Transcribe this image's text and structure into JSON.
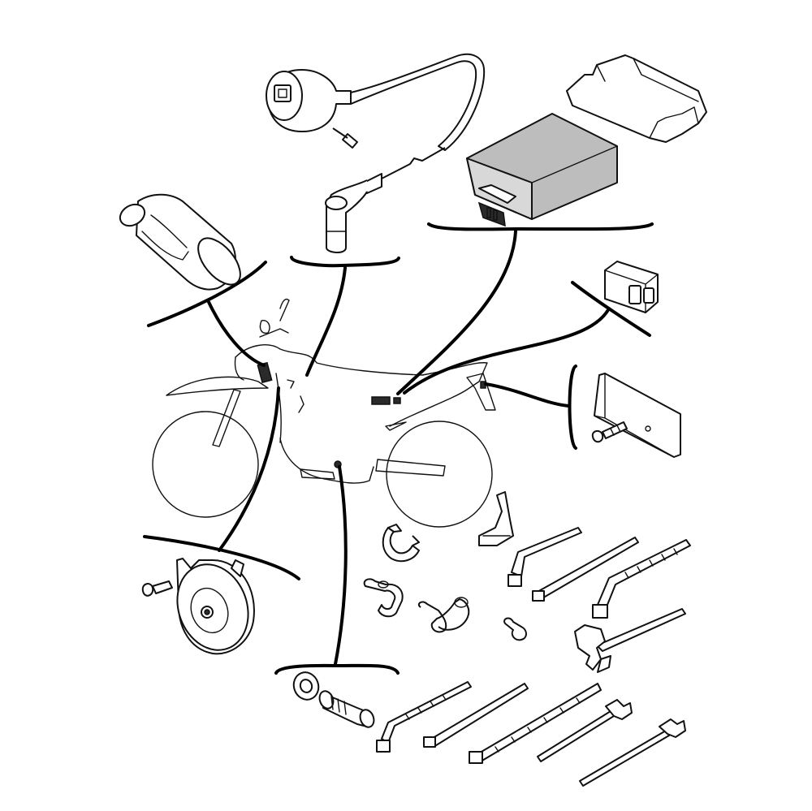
{
  "diagram": {
    "kind": "exploded parts diagram – motorcycle electrical components",
    "parts": [
      {
        "id": "ignition-coil",
        "icon": "ignition-coil-icon"
      },
      {
        "id": "spark-plug-cap",
        "icon": "spark-plug-cap-icon"
      },
      {
        "id": "cdi-unit",
        "icon": "ecu-box-icon"
      },
      {
        "id": "ecu-cover",
        "icon": "cover-icon"
      },
      {
        "id": "condenser",
        "icon": "capacitor-icon"
      },
      {
        "id": "relay",
        "icon": "relay-icon"
      },
      {
        "id": "rubber-mount-plate",
        "icon": "mount-plate-icon"
      },
      {
        "id": "horn",
        "icon": "horn-icon"
      },
      {
        "id": "neutral-switch",
        "icon": "switch-icon"
      },
      {
        "id": "wire-clamps",
        "icon": "clamp-icon"
      },
      {
        "id": "cable-ties",
        "icon": "cable-tie-icon"
      }
    ],
    "colors": {
      "line": "#111111",
      "component_fill": "#bdbdbd",
      "background": "#ffffff"
    }
  }
}
